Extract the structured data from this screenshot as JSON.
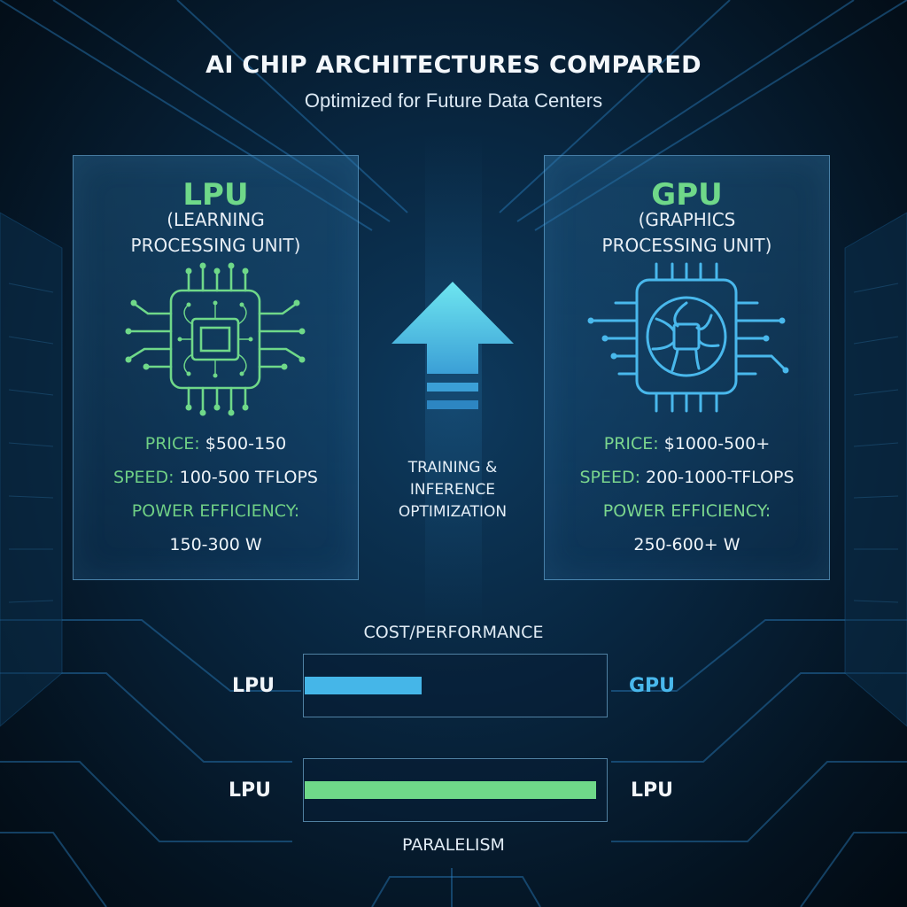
{
  "header": {
    "title": "AI CHIP ARCHITECTURES COMPARED",
    "subtitle": "Optimized for Future Data Centers"
  },
  "lpu_panel": {
    "name": "LPU",
    "full_name_line1": "(LEARNING",
    "full_name_line2": "PROCESSING UNIT)",
    "price_label": "PRICE:",
    "price_value": "$500-150",
    "speed_label": "SPEED:",
    "speed_value": "100-500 TFLOPS",
    "power_label": "POWER EFFICIENCY:",
    "power_value": "150-300 W",
    "icon": "neural-chip-icon",
    "color": "#6fd889"
  },
  "gpu_panel": {
    "name": "GPU",
    "full_name_line1": "(GRAPHICS",
    "full_name_line2": "PROCESSING UNIT)",
    "price_label": "PRICE:",
    "price_value": "$1000-500+",
    "speed_label": "SPEED:",
    "speed_value": "200-1000-TFLOPS",
    "power_label": "POWER EFFICIENCY:",
    "power_value": "250-600+ W",
    "icon": "fan-chip-icon",
    "color": "#49b8ec"
  },
  "center": {
    "icon": "up-arrow-icon",
    "line1": "TRAINING &",
    "line2": "INFERENCE",
    "line3": "OPTIMIZATION"
  },
  "cost_bar": {
    "title": "COST/PERFORMANCE",
    "left_label": "LPU",
    "right_label": "GPU",
    "fill_fraction": 0.39,
    "fill_color": "#45b6e8"
  },
  "parallel_bar": {
    "title": "PARALELISM",
    "left_label": "LPU",
    "right_label": "LPU",
    "fill_fraction": 0.97,
    "fill_color": "#6fd889"
  }
}
